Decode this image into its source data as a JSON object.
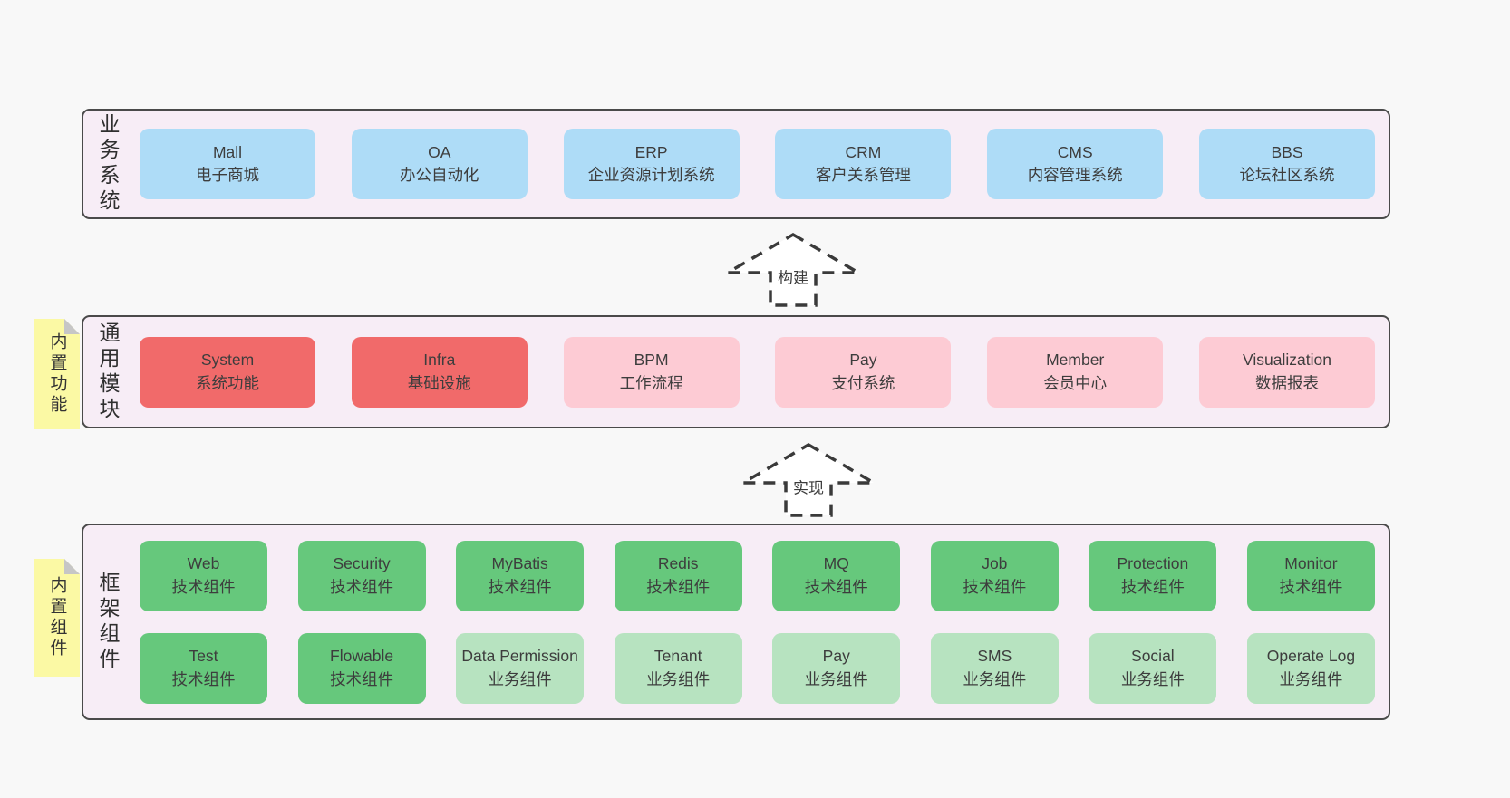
{
  "colors": {
    "page_bg": "#f8f8f8",
    "panel_bg": "#f7edf6",
    "panel_border": "#4a4a4a",
    "blue_box": "#aedcf7",
    "red_box": "#f16a6a",
    "pink_box": "#fdcbd4",
    "green_box": "#66c87c",
    "light_green_box": "#b7e3c0",
    "note_bg": "#fbf9a4",
    "note_fold": "#c6c6c6",
    "text": "#3d3d3d"
  },
  "business": {
    "label": "业务系统",
    "boxes": [
      {
        "title": "Mall",
        "subtitle": "电子商城",
        "type": "blue"
      },
      {
        "title": "OA",
        "subtitle": "办公自动化",
        "type": "blue"
      },
      {
        "title": "ERP",
        "subtitle": "企业资源计划系统",
        "type": "blue"
      },
      {
        "title": "CRM",
        "subtitle": "客户关系管理",
        "type": "blue"
      },
      {
        "title": "CMS",
        "subtitle": "内容管理系统",
        "type": "blue"
      },
      {
        "title": "BBS",
        "subtitle": "论坛社区系统",
        "type": "blue"
      }
    ]
  },
  "modules": {
    "label": "通用模块",
    "note": "内置功能",
    "boxes": [
      {
        "title": "System",
        "subtitle": "系统功能",
        "type": "red"
      },
      {
        "title": "Infra",
        "subtitle": "基础设施",
        "type": "red"
      },
      {
        "title": "BPM",
        "subtitle": "工作流程",
        "type": "pink"
      },
      {
        "title": "Pay",
        "subtitle": "支付系统",
        "type": "pink"
      },
      {
        "title": "Member",
        "subtitle": "会员中心",
        "type": "pink"
      },
      {
        "title": "Visualization",
        "subtitle": "数据报表",
        "type": "pink"
      }
    ]
  },
  "components": {
    "label": "框架组件",
    "note": "内置组件",
    "rows": [
      [
        {
          "title": "Web",
          "subtitle": "技术组件",
          "type": "green"
        },
        {
          "title": "Security",
          "subtitle": "技术组件",
          "type": "green"
        },
        {
          "title": "MyBatis",
          "subtitle": "技术组件",
          "type": "green"
        },
        {
          "title": "Redis",
          "subtitle": "技术组件",
          "type": "green"
        },
        {
          "title": "MQ",
          "subtitle": "技术组件",
          "type": "green"
        },
        {
          "title": "Job",
          "subtitle": "技术组件",
          "type": "green"
        },
        {
          "title": "Protection",
          "subtitle": "技术组件",
          "type": "green"
        },
        {
          "title": "Monitor",
          "subtitle": "技术组件",
          "type": "green"
        }
      ],
      [
        {
          "title": "Test",
          "subtitle": "技术组件",
          "type": "green"
        },
        {
          "title": "Flowable",
          "subtitle": "技术组件",
          "type": "green"
        },
        {
          "title": "Data Permission",
          "subtitle": "业务组件",
          "type": "light_green"
        },
        {
          "title": "Tenant",
          "subtitle": "业务组件",
          "type": "light_green"
        },
        {
          "title": "Pay",
          "subtitle": "业务组件",
          "type": "light_green"
        },
        {
          "title": "SMS",
          "subtitle": "业务组件",
          "type": "light_green"
        },
        {
          "title": "Social",
          "subtitle": "业务组件",
          "type": "light_green"
        },
        {
          "title": "Operate Log",
          "subtitle": "业务组件",
          "type": "light_green"
        }
      ]
    ]
  },
  "arrows": {
    "build": "构建",
    "implement": "实现"
  }
}
